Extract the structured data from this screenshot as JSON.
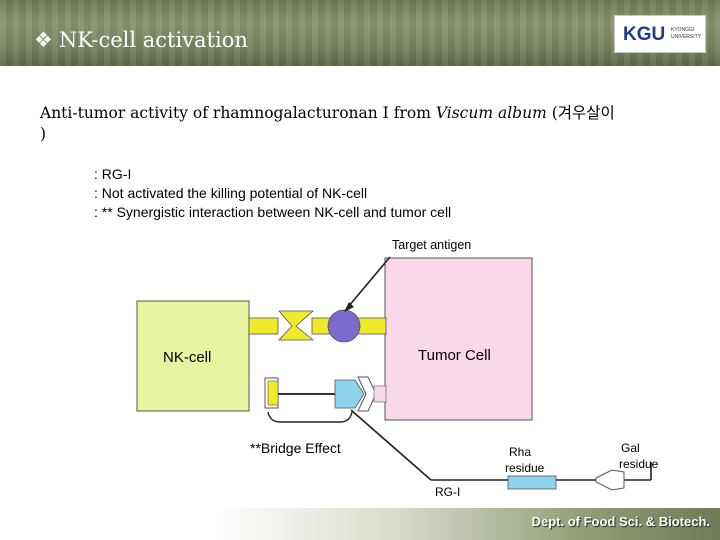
{
  "header": {
    "bullet": "❖",
    "title": "NK-cell activation",
    "logo_text": "KGU",
    "logo_subtext": "KYONGGI UNIVERSITY"
  },
  "subtitle": {
    "prefix": "Anti-tumor activity of rhamnogalacturonan I from ",
    "species": "Viscum album",
    "suffix": " (겨우살이",
    "closing": ")"
  },
  "points": [
    ": RG-I",
    ": Not activated the killing potential of NK-cell",
    ": ** Synergistic interaction between NK-cell and tumor cell"
  ],
  "diagram": {
    "target_antigen": "Target antigen",
    "nk_cell": "NK-cell",
    "tumor_cell": "Tumor Cell",
    "bridge_effect": "**Bridge  Effect",
    "rha_residue_line1": "Rha",
    "rha_residue_line2": "residue",
    "gal_residue_line1": "Gal",
    "gal_residue_line2": "residue",
    "rg_i": "RG-I",
    "colors": {
      "nk_cell_fill": "#e6f5a0",
      "tumor_cell_fill": "#f9d8e9",
      "receptor_yellow": "#f0ea2a",
      "antigen_purple": "#7a6ccc",
      "rha_blue": "#8fd2ee"
    }
  },
  "footer": {
    "department": "Dept. of Food Sci. & Biotech."
  }
}
